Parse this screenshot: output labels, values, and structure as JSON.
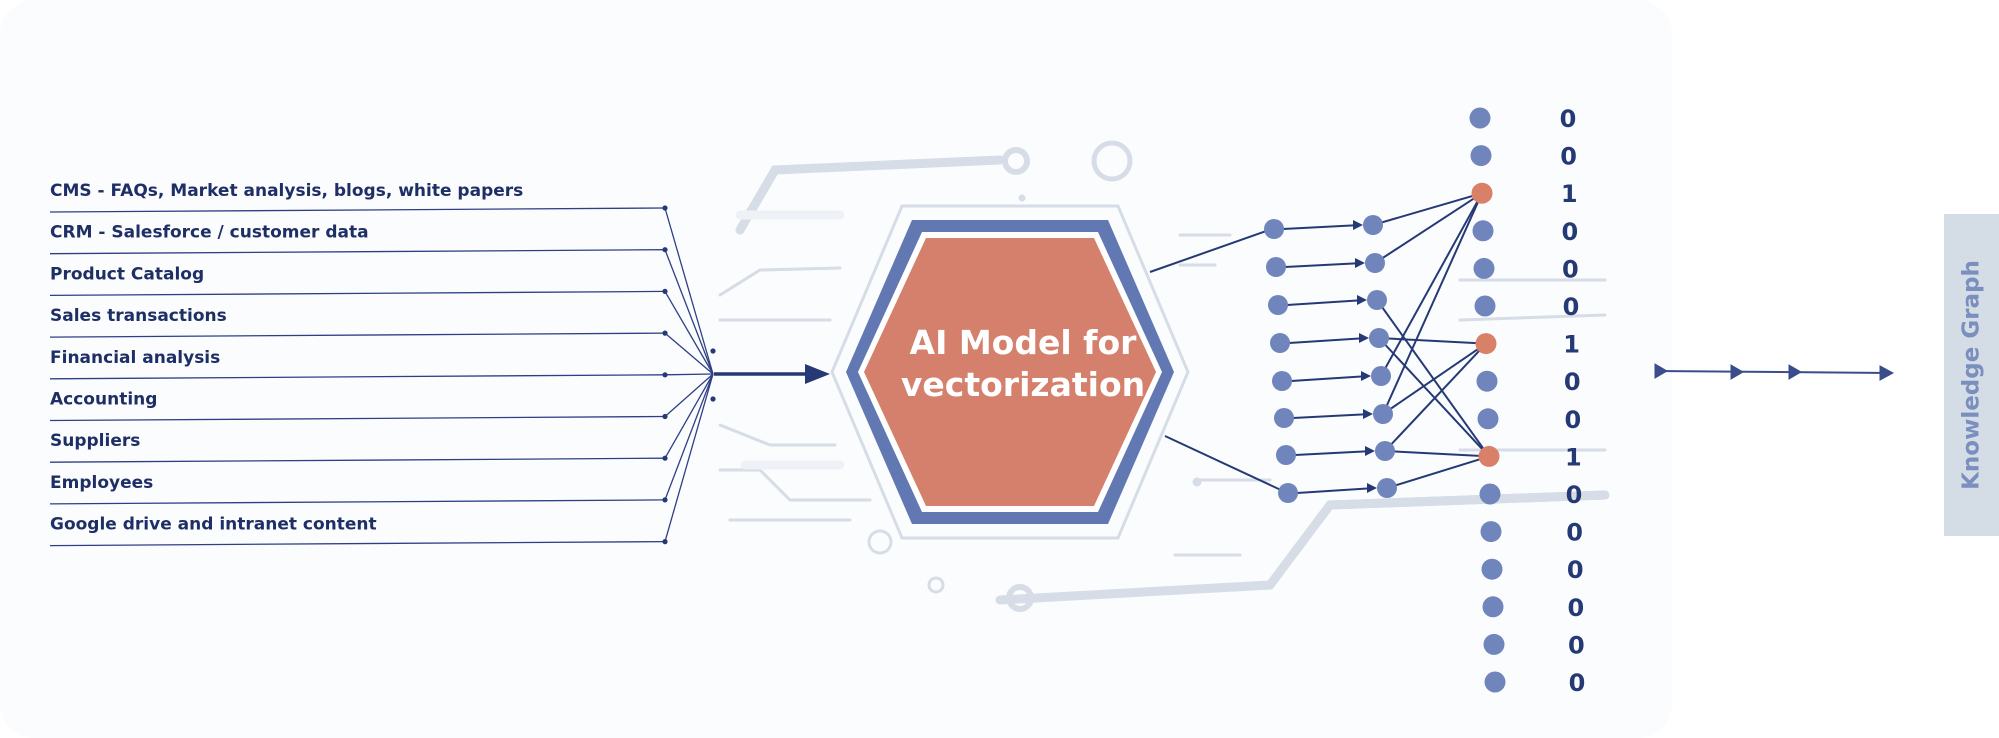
{
  "sources": [
    "CMS - FAQs, Market analysis, blogs, white papers",
    "CRM - Salesforce / customer data",
    "Product Catalog",
    "Sales transactions",
    "Financial analysis",
    "Accounting",
    "Suppliers",
    "Employees",
    "Google drive and intranet content"
  ],
  "model": {
    "line1": "AI Model for",
    "line2": "vectorization"
  },
  "vector_bits": [
    "0",
    "0",
    "1",
    "0",
    "0",
    "0",
    "1",
    "0",
    "0",
    "1",
    "0",
    "0",
    "0",
    "0",
    "0",
    "0"
  ],
  "knowledge_graph_label": "Knowledge Graph",
  "colors": {
    "navy": "#253a75",
    "line": "#2e3f86",
    "node_blue": "#6f85bc",
    "node_salmon": "#d98068",
    "hexagon_fill": "#d4806c",
    "hexagon_border": "#6178b2",
    "circuit_gray": "#d6dde6",
    "kg_panel": "#d4dce6"
  }
}
